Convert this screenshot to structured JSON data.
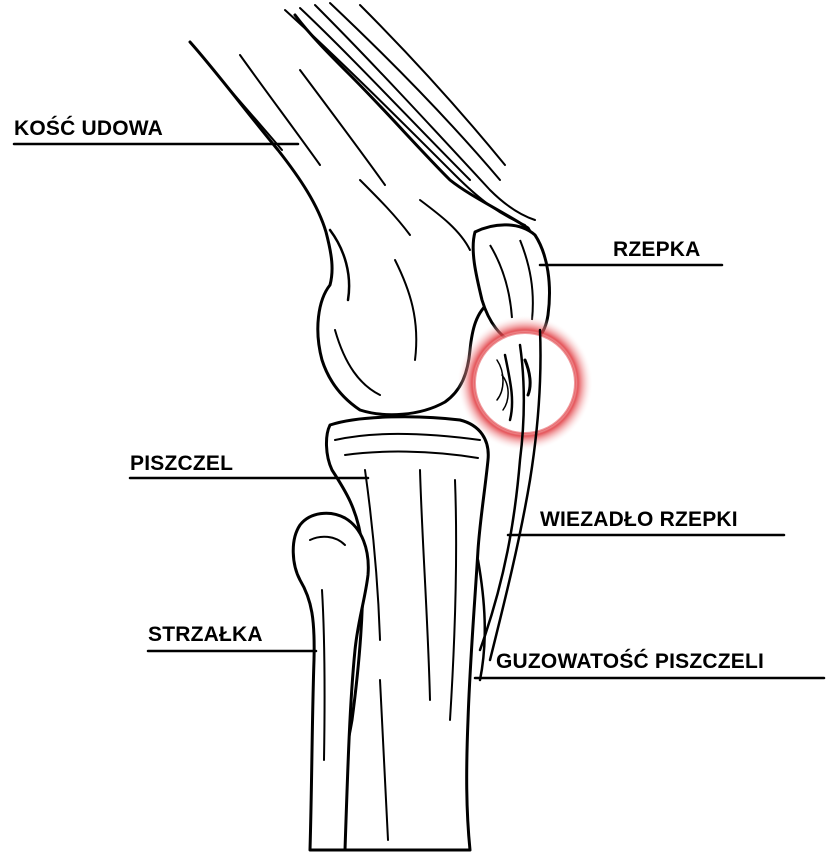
{
  "labels": {
    "femur": "KOŚĆ UDOWA",
    "patella": "RZEPKA",
    "tibia": "PISZCZEL",
    "patellar_ligament": "WIEZADŁO RZEPKI",
    "fibula": "STRZAŁKA",
    "tibial_tuberosity": "GUZOWATOŚĆ PISZCZELI"
  },
  "colors": {
    "ink": "#000000",
    "highlight_glow": "#e0383e",
    "background": "#ffffff"
  }
}
